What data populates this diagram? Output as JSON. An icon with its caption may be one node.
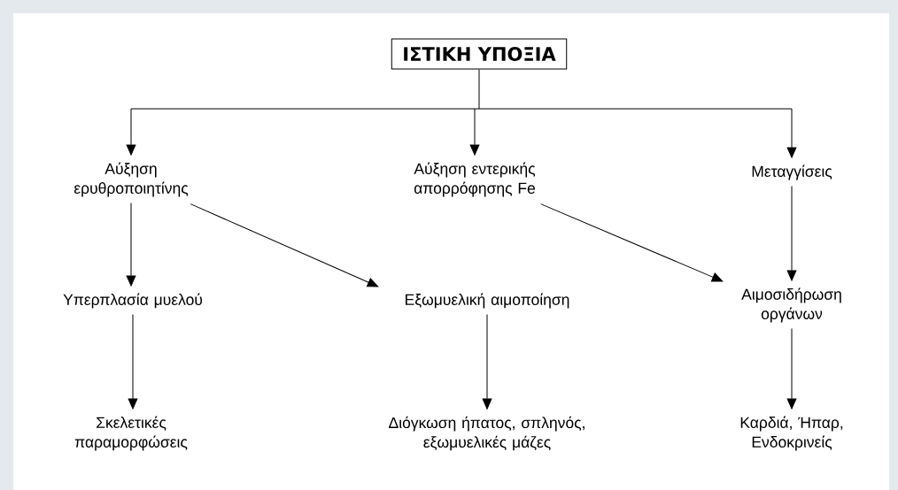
{
  "diagram": {
    "nodes": [
      {
        "text": [
          "ΙΣΤΙΚΗ ΥΠΟΞΙΑ"
        ]
      },
      {
        "text": [
          "Αύξηση ερυθροποιητίνης"
        ]
      },
      {
        "text": [
          "Αύξηση εντερικής απορρόφησης Fe"
        ]
      },
      {
        "text": [
          "Μεταγγίσεις"
        ]
      },
      {
        "text": [
          "Υπερπλασία μυελού"
        ]
      },
      {
        "text": [
          "Εξωμυελική αιμοποίηση"
        ]
      },
      {
        "text": [
          "Αιμοσιδήρωση οργάνων"
        ]
      },
      {
        "text": [
          "Σκελετικές παραμορφώσεις"
        ]
      },
      {
        "text": [
          "Διόγκωση ήπατος, σπληνός, εξωμυελικές μάζες"
        ]
      },
      {
        "text": [
          "Καρδιά, Ήπαρ, Ενδοκρινείς"
        ]
      }
    ],
    "edges": [
      {
        "from": 0,
        "to": 1,
        "arrow": "to"
      },
      {
        "from": 0,
        "to": 2,
        "arrow": "to"
      },
      {
        "from": 0,
        "to": 3,
        "arrow": "to"
      },
      {
        "from": 1,
        "to": 4,
        "arrow": "to"
      },
      {
        "from": 1,
        "to": 5,
        "arrow": "to"
      },
      {
        "from": 2,
        "to": 6,
        "arrow": "to"
      },
      {
        "from": 3,
        "to": 6,
        "arrow": "to"
      },
      {
        "from": 4,
        "to": 7,
        "arrow": "to"
      },
      {
        "from": 5,
        "to": 8,
        "arrow": "to"
      },
      {
        "from": 6,
        "to": 9,
        "arrow": "to"
      }
    ]
  }
}
